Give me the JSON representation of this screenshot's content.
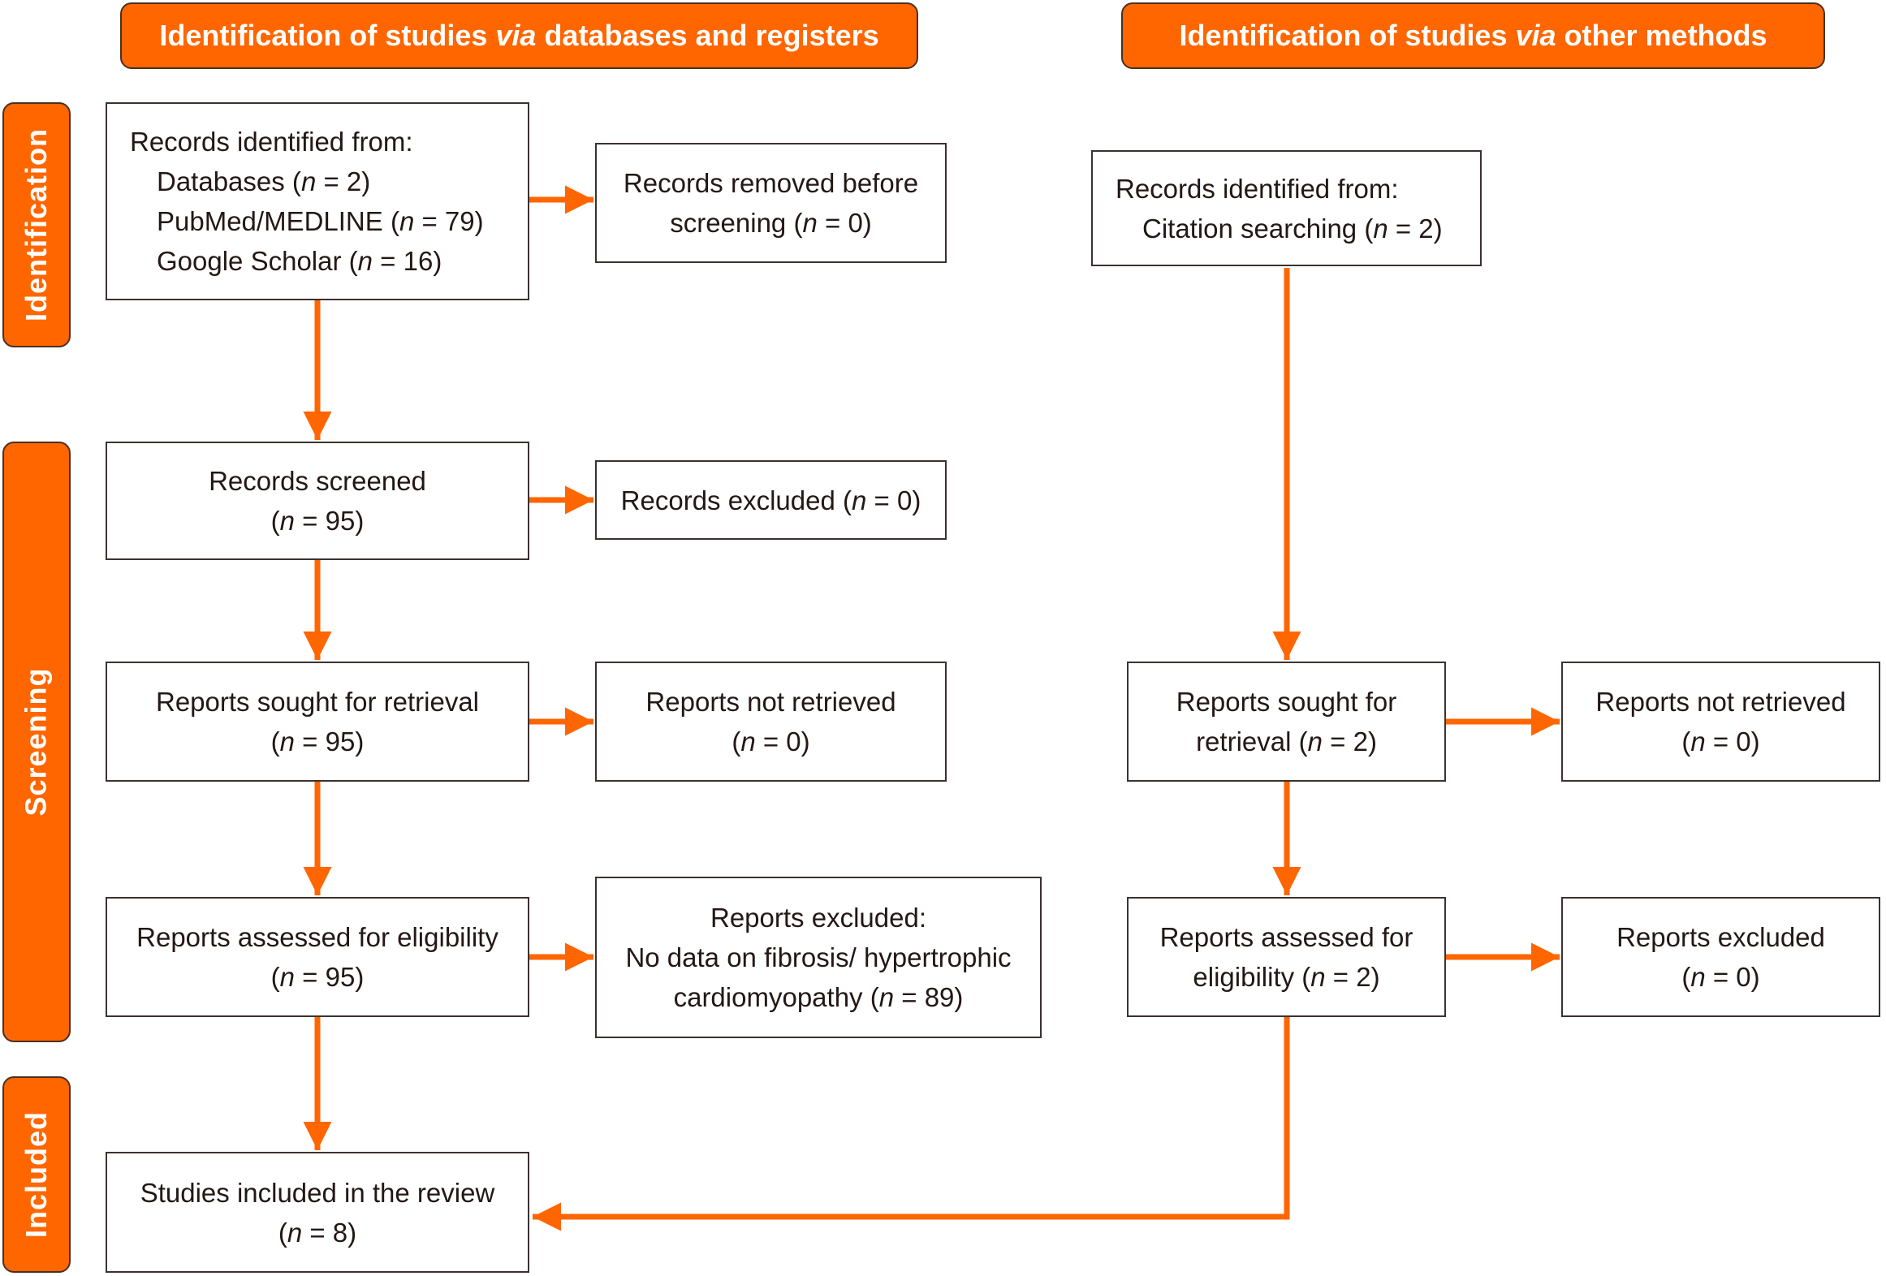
{
  "headers": {
    "databases": {
      "pre": "Identification of studies ",
      "via": "via",
      "post": " databases and registers"
    },
    "other": {
      "pre": "Identification of studies ",
      "via": "via",
      "post": " other methods"
    }
  },
  "phases": {
    "identification": "Identification",
    "screening": "Screening",
    "included": "Included"
  },
  "colors": {
    "accent": "#ff6600",
    "border": "#3b3230",
    "text": "#231815"
  },
  "n_symbol": "n",
  "databases_column": {
    "records_identified": {
      "title": "Records identified from:",
      "sources": [
        {
          "label": "Databases",
          "n": "2"
        },
        {
          "label": "PubMed/MEDLINE",
          "n": "79"
        },
        {
          "label": "Google Scholar",
          "n": "16"
        }
      ]
    },
    "records_removed": {
      "line1": "Records removed before",
      "line2_pre": "screening",
      "n": "0"
    },
    "records_screened": {
      "label": "Records screened",
      "n": "95"
    },
    "records_excluded": {
      "label": "Records excluded",
      "n": "0"
    },
    "reports_sought": {
      "label": "Reports sought for retrieval",
      "n": "95"
    },
    "reports_not_retrieved": {
      "label": "Reports not retrieved",
      "n": "0"
    },
    "reports_assessed": {
      "label": "Reports assessed for eligibility",
      "n": "95"
    },
    "reports_excluded": {
      "title": "Reports excluded:",
      "line2": "No data on fibrosis/ hypertrophic",
      "line3_pre": "cardiomyopathy",
      "n": "89"
    },
    "studies_included": {
      "label": "Studies included in the review",
      "n": "8"
    }
  },
  "other_column": {
    "records_identified": {
      "title": "Records identified from:",
      "source_label": "Citation searching",
      "n": "2"
    },
    "reports_sought": {
      "line1": "Reports sought for",
      "line2_pre": "retrieval",
      "n": "2"
    },
    "reports_not_retrieved": {
      "label": "Reports not retrieved",
      "n": "0"
    },
    "reports_assessed": {
      "line1": "Reports assessed for",
      "line2_pre": "eligibility",
      "n": "2"
    },
    "reports_excluded": {
      "label": "Reports excluded",
      "n": "0"
    }
  }
}
